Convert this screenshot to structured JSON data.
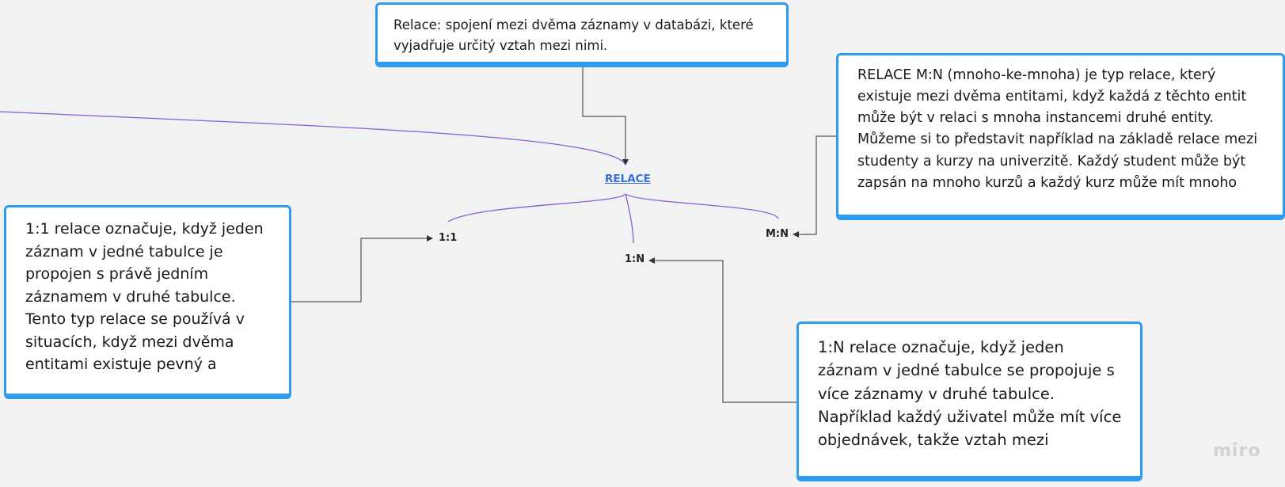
{
  "diagram": {
    "nodes": {
      "relace": "RELACE",
      "one_to_one": "1:1",
      "one_to_many": "1:N",
      "many_to_many": "M:N"
    },
    "cards": {
      "definition": "Relace: spojení mezi dvěma záznamy v databázi, které vyjadřuje určitý vztah mezi nimi.",
      "many_to_many": "RELACE M:N (mnoho-ke-mnoha) je typ relace, který existuje mezi dvěma entitami, když každá z těchto entit může být v relaci s mnoha instancemi druhé entity. Můžeme si to představit například na základě relace mezi studenty a kurzy na univerzitě. Každý student může být zapsán na mnoho kurzů a každý kurz může mít mnoho",
      "one_to_one": "1:1 relace označuje, když jeden záznam v jedné tabulce je propojen s právě jedním záznamem v druhé tabulce. Tento typ relace se používá v situacích, když mezi dvěma entitami existuje pevný a",
      "one_to_many": "1:N relace označuje, když jeden záznam v jedné tabulce se propojuje s více záznamy v druhé tabulce. Například každý uživatel může mít více objednávek, takže vztah mezi"
    }
  },
  "branding": {
    "logo_text": "miro"
  },
  "colors": {
    "card_border": "#2d9bf0",
    "branch_line": "#8a5cd8",
    "connector_line": "#333333",
    "node_link": "#3b6fd8",
    "background": "#f2f2f2"
  }
}
